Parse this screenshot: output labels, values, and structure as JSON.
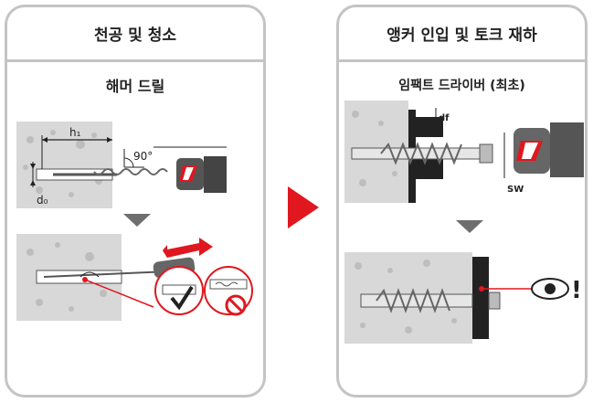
{
  "left_panel": {
    "title": "천공 및 청소",
    "subtitle": "해머 드릴",
    "labels": {
      "h1": "h₁",
      "angle": "90°",
      "d0": "d₀"
    }
  },
  "right_panel": {
    "title": "앵커 인입 및 토크 재하",
    "subtitle": "임팩트 드라이버 (최초)",
    "labels": {
      "df": "df",
      "sw": "SW",
      "exclaim": "!"
    }
  },
  "colors": {
    "accent_red": "#e0171f",
    "border_gray": "#c4c4c4",
    "arrow_gray": "#6e6e6e"
  }
}
